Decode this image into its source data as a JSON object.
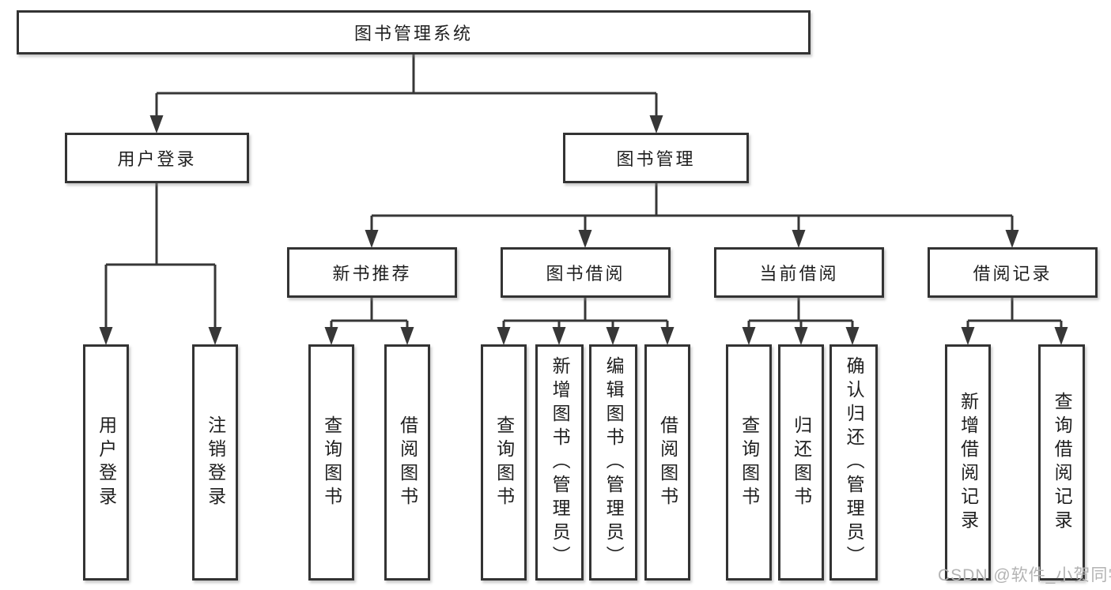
{
  "colors": {
    "line": "#373737",
    "box_border": "#333333",
    "text": "#1f1f1f",
    "background": "#ffffff",
    "watermark": "#b3b3b3"
  },
  "nodes": {
    "root": {
      "label": "图书管理系统"
    },
    "level2": [
      {
        "label": "用户登录"
      },
      {
        "label": "图书管理"
      }
    ],
    "level3": [
      {
        "label": "新书推荐",
        "parent": "图书管理"
      },
      {
        "label": "图书借阅",
        "parent": "图书管理"
      },
      {
        "label": "当前借阅",
        "parent": "图书管理"
      },
      {
        "label": "借阅记录",
        "parent": "图书管理"
      }
    ],
    "leaves": [
      {
        "label": "用户登录",
        "parent": "用户登录"
      },
      {
        "label": "注销登录",
        "parent": "用户登录"
      },
      {
        "label": "查询图书",
        "parent": "新书推荐"
      },
      {
        "label": "借阅图书",
        "parent": "新书推荐"
      },
      {
        "label": "查询图书",
        "parent": "图书借阅"
      },
      {
        "label": "新增图书（管理员）",
        "parent": "图书借阅"
      },
      {
        "label": "编辑图书（管理员）",
        "parent": "图书借阅"
      },
      {
        "label": "借阅图书",
        "parent": "图书借阅"
      },
      {
        "label": "查询图书",
        "parent": "当前借阅"
      },
      {
        "label": "归还图书",
        "parent": "当前借阅"
      },
      {
        "label": "确认归还（管理员）",
        "parent": "当前借阅"
      },
      {
        "label": "新增借阅记录",
        "parent": "借阅记录"
      },
      {
        "label": "查询借阅记录",
        "parent": "借阅记录"
      }
    ]
  },
  "watermark": {
    "text": "CSDN @软件_小贺同学"
  }
}
